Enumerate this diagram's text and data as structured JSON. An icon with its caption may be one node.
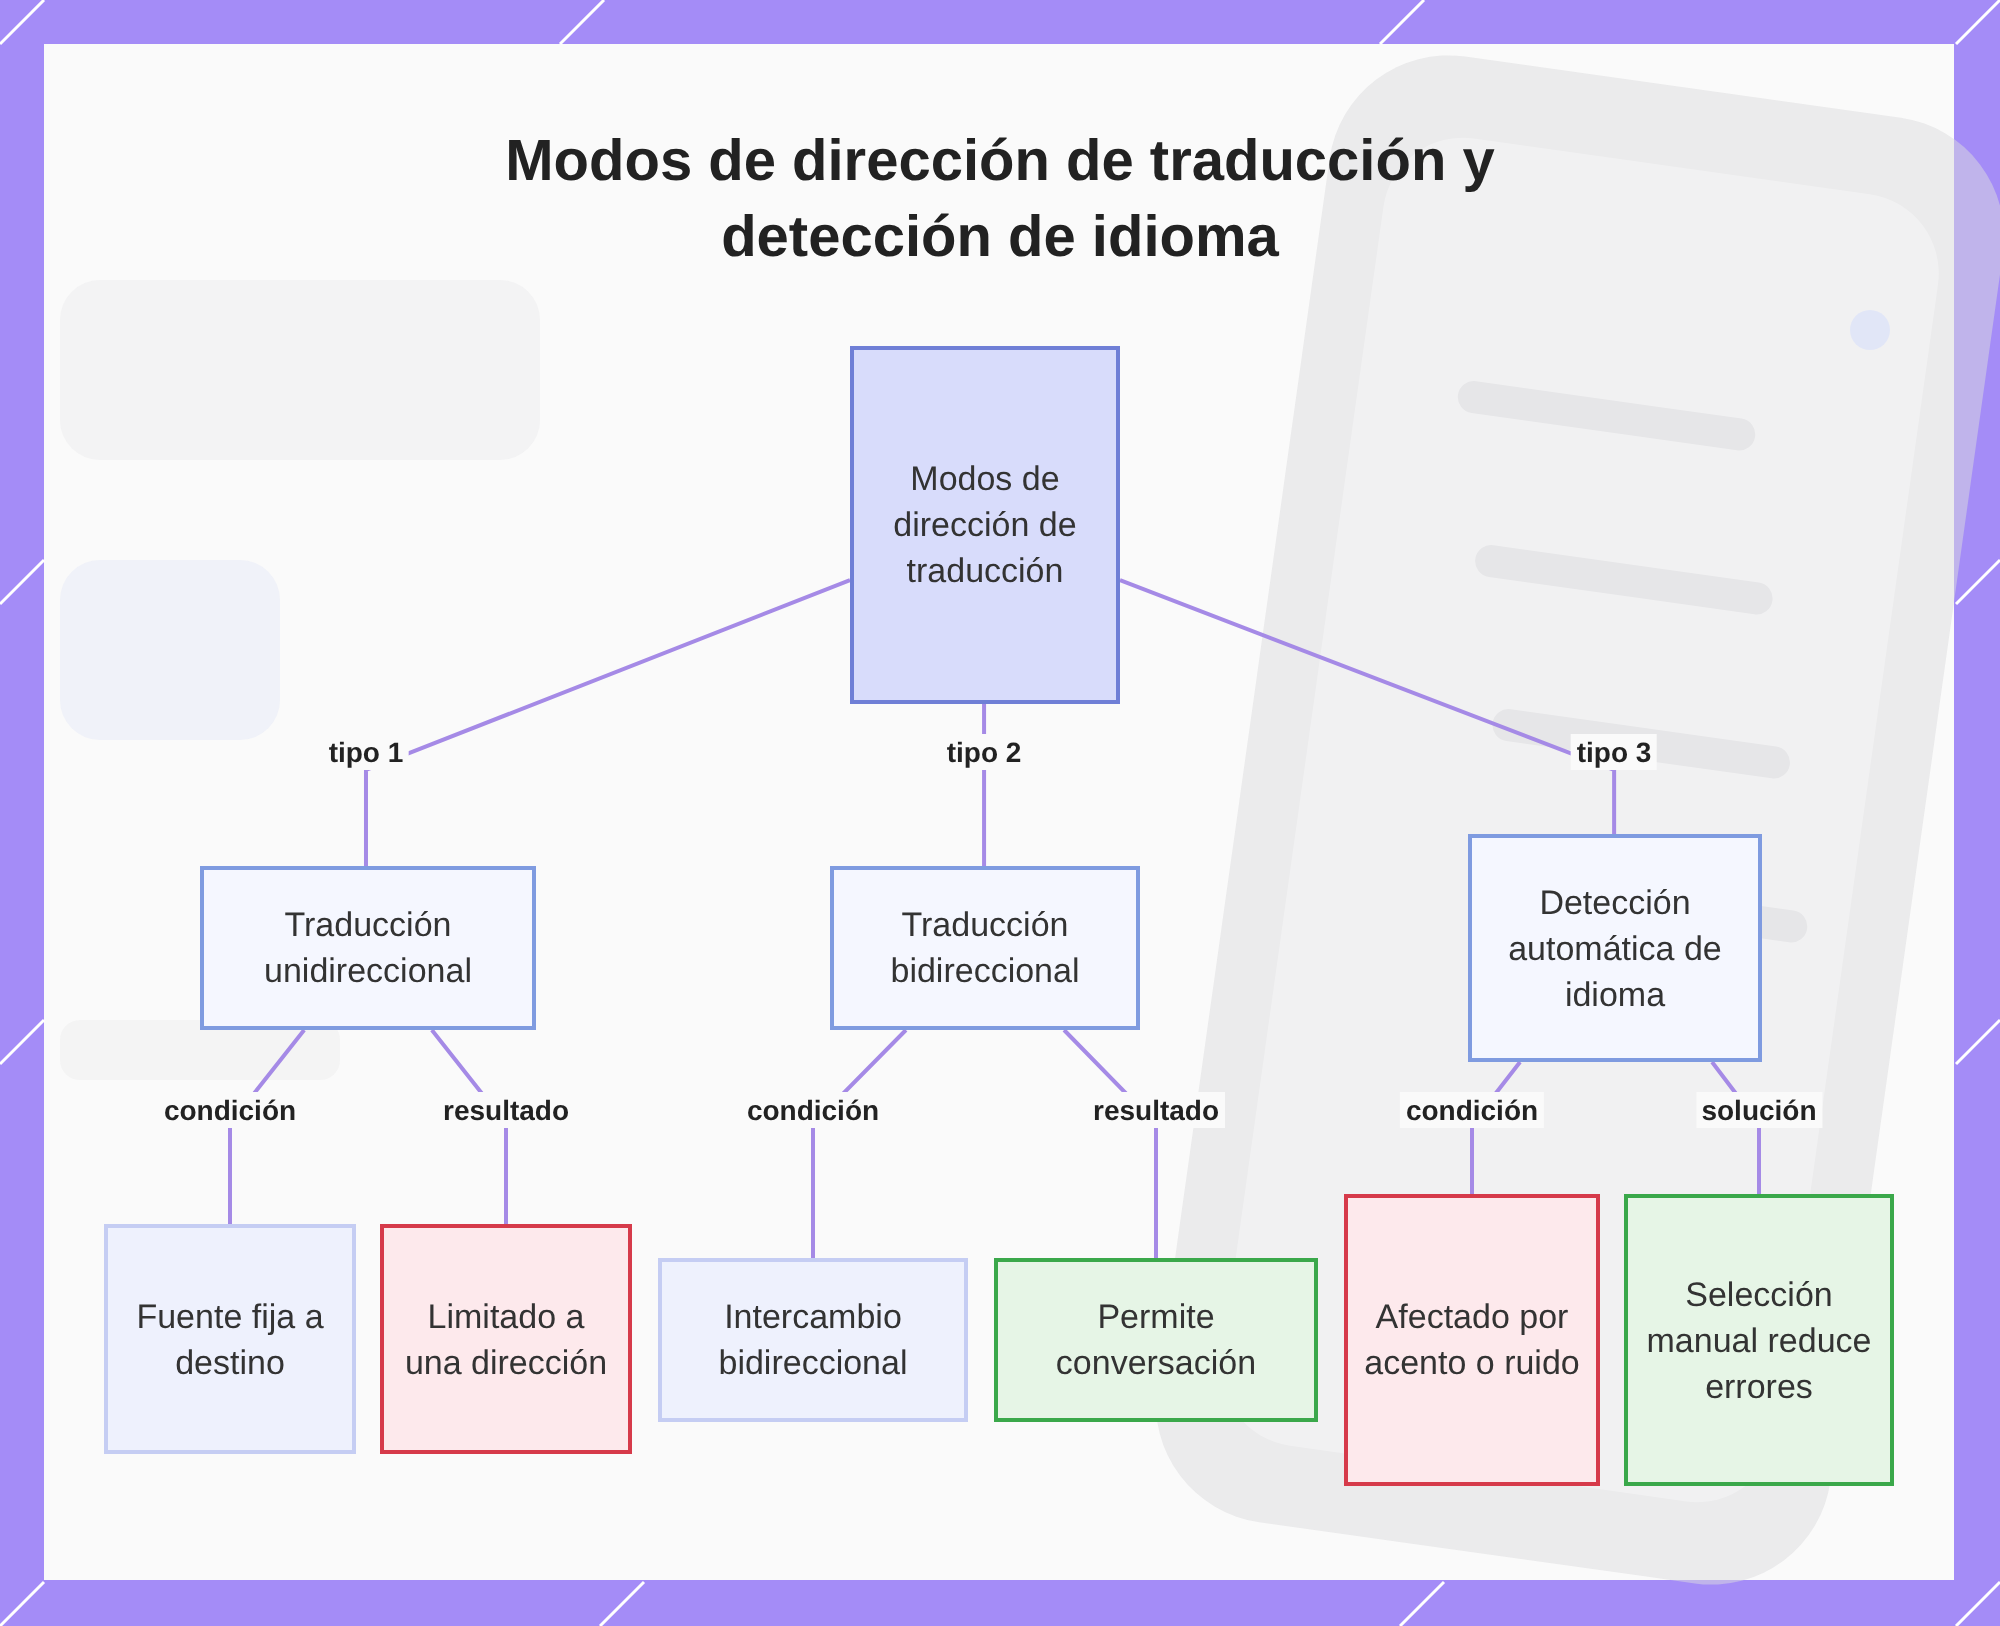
{
  "diagram": {
    "title": "Modos de dirección de traducción y detección de idioma",
    "nodes": [
      {
        "text": [
          "Modos de dirección de traducción"
        ]
      },
      {
        "text": [
          "Traducción unidireccional"
        ]
      },
      {
        "text": [
          "Traducción bidireccional"
        ]
      },
      {
        "text": [
          "Detección automática de idioma"
        ]
      },
      {
        "text": [
          "Fuente fija a destino"
        ]
      },
      {
        "text": [
          "Limitado a una dirección"
        ]
      },
      {
        "text": [
          "Intercambio bidireccional"
        ]
      },
      {
        "text": [
          "Permite conversación"
        ]
      },
      {
        "text": [
          "Afectado por acento o ruido"
        ]
      },
      {
        "text": [
          "Selección manual reduce errores"
        ]
      }
    ],
    "edges": [
      {
        "from": 0,
        "to": 1,
        "arrow": "none",
        "label": "tipo 1"
      },
      {
        "from": 0,
        "to": 2,
        "arrow": "none",
        "label": "tipo 2"
      },
      {
        "from": 0,
        "to": 3,
        "arrow": "none",
        "label": "tipo 3"
      },
      {
        "from": 1,
        "to": 4,
        "arrow": "none",
        "label": "condición"
      },
      {
        "from": 1,
        "to": 5,
        "arrow": "none",
        "label": "resultado"
      },
      {
        "from": 2,
        "to": 6,
        "arrow": "none",
        "label": "condición"
      },
      {
        "from": 2,
        "to": 7,
        "arrow": "none",
        "label": "resultado"
      },
      {
        "from": 3,
        "to": 8,
        "arrow": "none",
        "label": "condición"
      },
      {
        "from": 3,
        "to": 9,
        "arrow": "none",
        "label": "solución"
      }
    ]
  }
}
